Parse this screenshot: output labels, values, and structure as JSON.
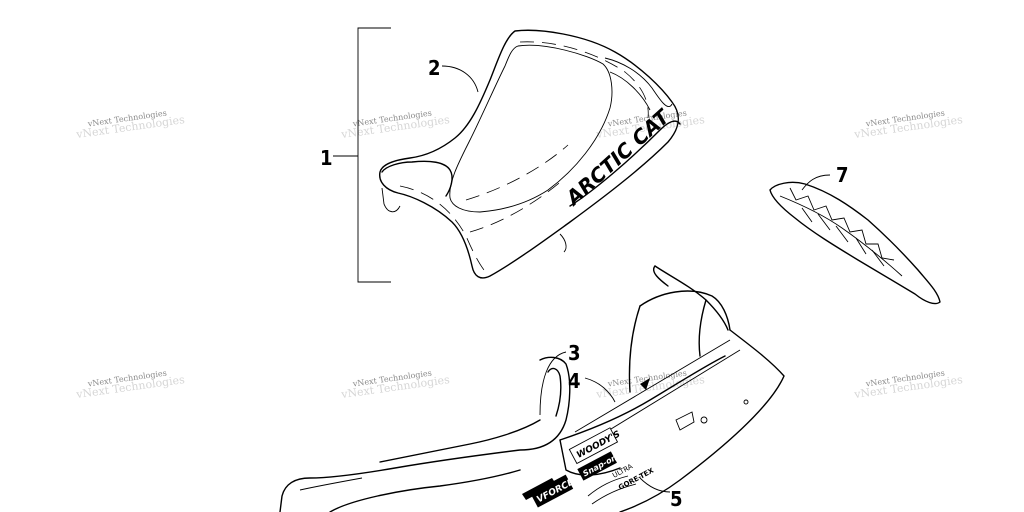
{
  "callouts": [
    {
      "id": "1",
      "label": "1"
    },
    {
      "id": "2",
      "label": "2"
    },
    {
      "id": "3",
      "label": "3"
    },
    {
      "id": "4",
      "label": "4"
    },
    {
      "id": "5",
      "label": "5"
    },
    {
      "id": "7",
      "label": "7"
    }
  ],
  "seat_logo": "ARCTIC CAT",
  "decals": {
    "woody": "WOODY'S",
    "snapon": "Snap-on",
    "gore": "GORE-TEX",
    "ultra": "ULTRA",
    "vforce": "VFORCE"
  },
  "watermark": {
    "text": "vNext Technologies"
  }
}
